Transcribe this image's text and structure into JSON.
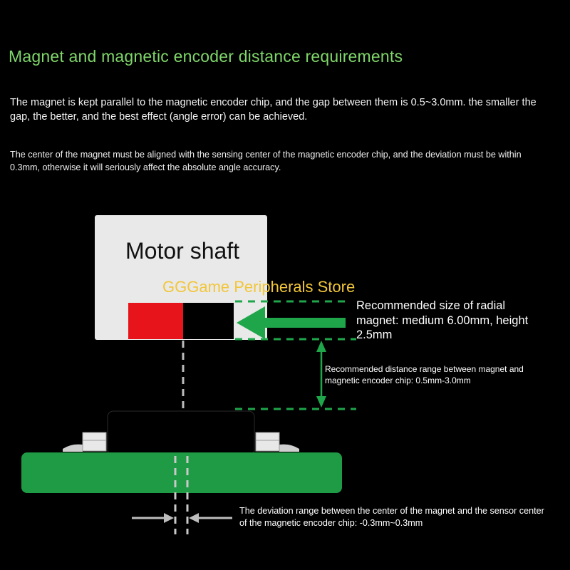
{
  "heading": "Magnet and magnetic encoder distance requirements",
  "paragraph_gap": "The magnet is kept parallel to the magnetic encoder chip, and the gap between them is 0.5~3.0mm. the smaller the gap, the better, and the best effect (angle error) can be achieved.",
  "paragraph_center": "The center of the magnet must be aligned with the sensing center of the magnetic encoder chip, and the deviation must be within 0.3mm, otherwise it will seriously affect the absolute angle accuracy.",
  "diagram": {
    "motor_shaft_label": "Motor shaft",
    "watermark": "GGGame Peripherals Store",
    "radial_magnet_note": "Recommended size of radial magnet: medium 6.00mm, height 2.5mm",
    "distance_note": "Recommended distance range between magnet and magnetic encoder chip: 0.5mm-3.0mm",
    "deviation_note": "The deviation range between the center of the magnet and the sensor center of the magnetic encoder chip: -0.3mm~0.3mm"
  },
  "colors": {
    "accent_green": "#7fd66a",
    "pcb_green": "#1f9a45",
    "dimension_green": "#1fa64b",
    "magnet_red": "#e8141b",
    "shaft_gray": "#e9e9e9",
    "watermark_yellow": "#f2c63a"
  }
}
